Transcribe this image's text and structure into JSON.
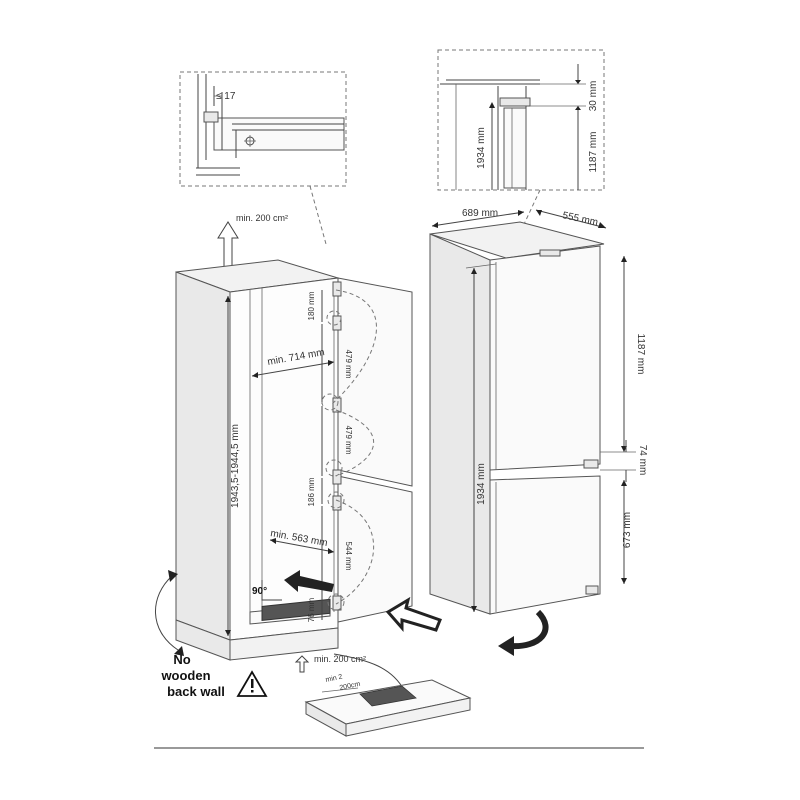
{
  "detail_left": {
    "dim": "≤ 17"
  },
  "detail_right": {
    "dim_top": "30 mm",
    "dim_height": "1934 mm",
    "dim_upper": "1187 mm"
  },
  "vent": {
    "top": "min. 200 cm²",
    "bottom": "min. 200 cm²",
    "grille_1": "min 2",
    "grille_2": "200cm"
  },
  "niche": {
    "height": "1943,5-1944,5 mm",
    "depth_upper": "min. 714 mm",
    "depth_lower": "min. 563 mm",
    "angle": "90°",
    "hinges": [
      "180 mm",
      "479 mm",
      "479 mm",
      "186 mm",
      "544 mm",
      "76 mm"
    ]
  },
  "warning": {
    "line1": "No",
    "line2": "wooden",
    "line3": "back wall"
  },
  "appliance": {
    "width": "689 mm",
    "depth": "555 mm",
    "height": "1934 mm",
    "upper": "1187 mm",
    "gap": "74 mm",
    "lower": "673 mm"
  }
}
